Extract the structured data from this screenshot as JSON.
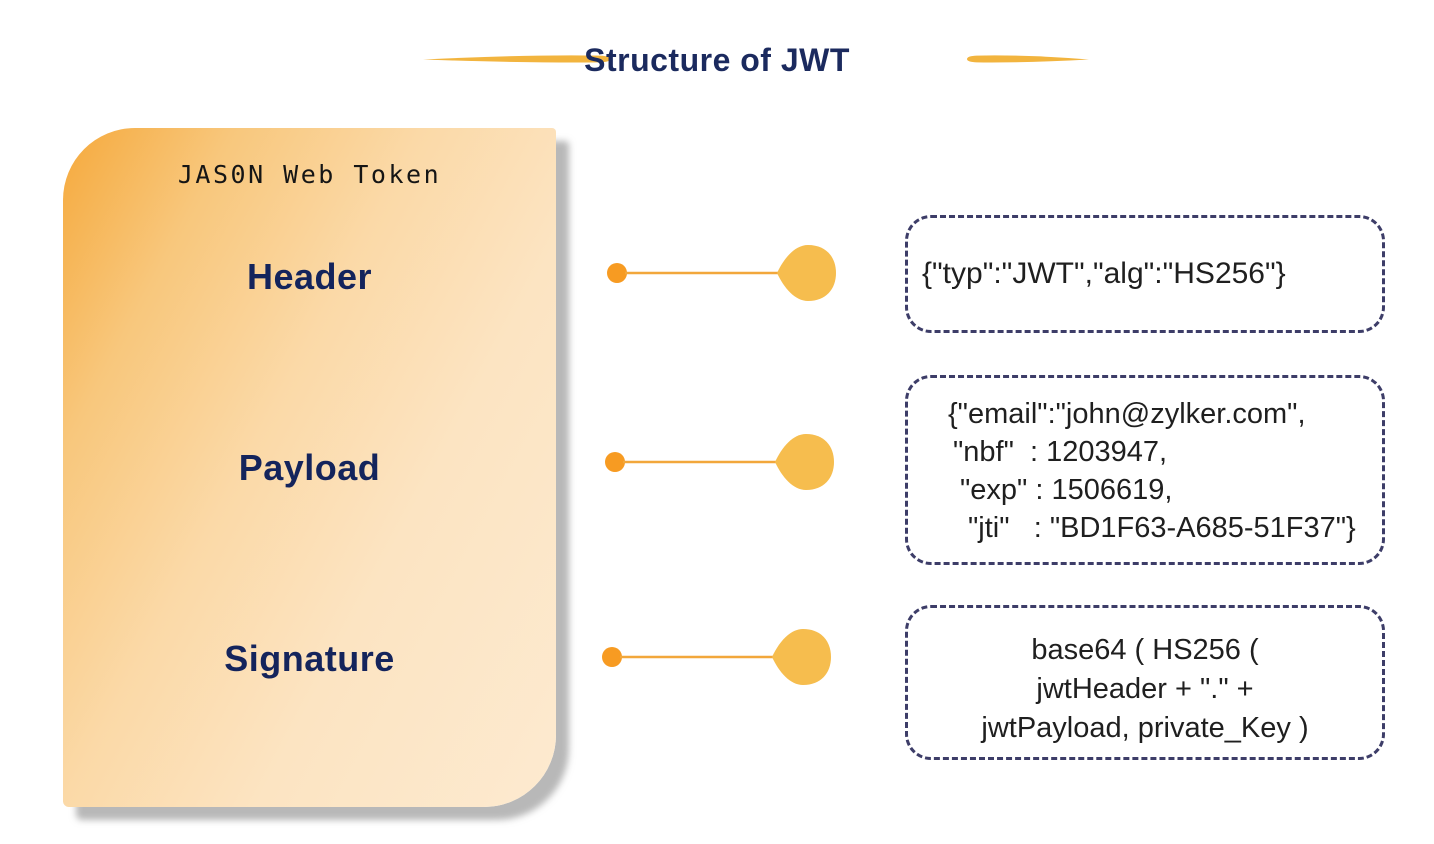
{
  "title": "Structure of JWT",
  "card": {
    "heading": "JAS0N Web Token",
    "items": [
      {
        "label": "Header"
      },
      {
        "label": "Payload"
      },
      {
        "label": "Signature"
      }
    ]
  },
  "annotations": {
    "header_box": {
      "line1": "{\"typ\":\"JWT\",\"alg\":\"HS256\"}"
    },
    "payload_box": {
      "line1": "{\"email\":\"john@zylker.com\",",
      "line2": "\"nbf\"  : 1203947,",
      "line3": "\"exp\" : 1506619,",
      "line4": "\"jti\"   : \"BD1F63-A685-51F37\"}"
    },
    "signature_box": {
      "line1": "base64 ( HS256 (",
      "line2": "jwtHeader + \".\" +",
      "line3": "jwtPayload, private_Key )"
    }
  },
  "colors": {
    "title_navy": "#1b2a5e",
    "label_navy": "#14245c",
    "dot_orange": "#f79b22",
    "blob_orange": "#f6bd4e",
    "line_orange": "#f2a73b",
    "flourish_orange": "#f2b43e",
    "dash_border": "#3d3d68",
    "code_text": "#1f1f1f",
    "card_gradient_start": "#f5a93c",
    "card_gradient_end": "#fdead0"
  }
}
